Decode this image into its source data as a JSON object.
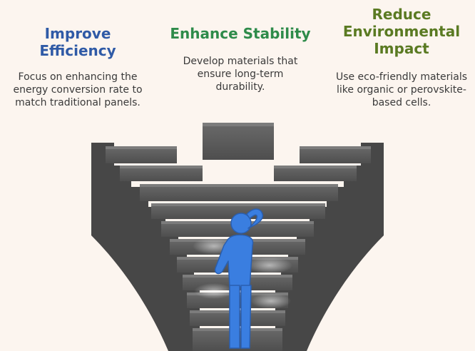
{
  "columns": [
    {
      "title": "Improve Efficiency",
      "description": "Focus on enhancing the energy conversion rate to match traditional panels.",
      "color": "#2f5aa6"
    },
    {
      "title": "Enhance Stability",
      "description": "Develop materials that ensure long-term durability.",
      "color": "#2e8b4a"
    },
    {
      "title": "Reduce Environmental Impact",
      "description": "Use eco-friendly materials like organic or perovskite-based cells.",
      "color": "#5a7a22"
    }
  ],
  "illustration": {
    "subject": "person-facing-staircase-icon",
    "stair_color": "#5e5e5e",
    "person_color": "#3a7ee0"
  }
}
